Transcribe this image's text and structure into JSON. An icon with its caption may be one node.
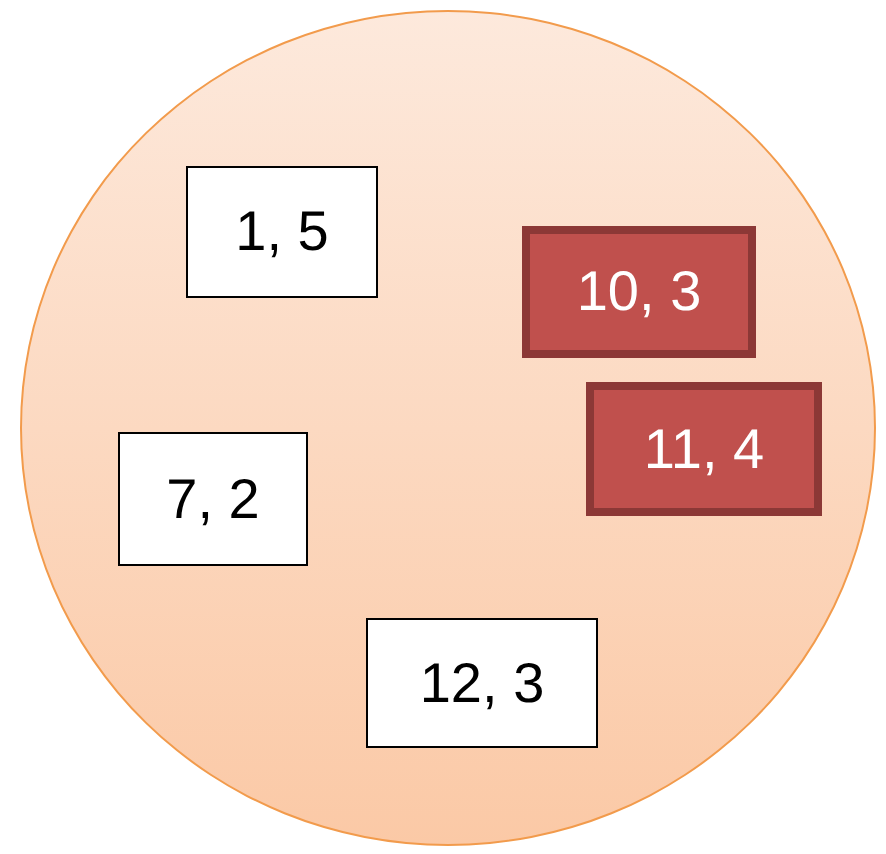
{
  "diagram": {
    "nodes": [
      {
        "text": [],
        "shape": "circle"
      },
      {
        "text": [
          "1, 5"
        ],
        "in": 0
      },
      {
        "text": [
          "10, 3"
        ],
        "in": 0
      },
      {
        "text": [
          "11, 4"
        ],
        "in": 0
      },
      {
        "text": [
          "7, 2"
        ],
        "in": 0
      },
      {
        "text": [
          "12, 3"
        ],
        "in": 0
      }
    ]
  }
}
